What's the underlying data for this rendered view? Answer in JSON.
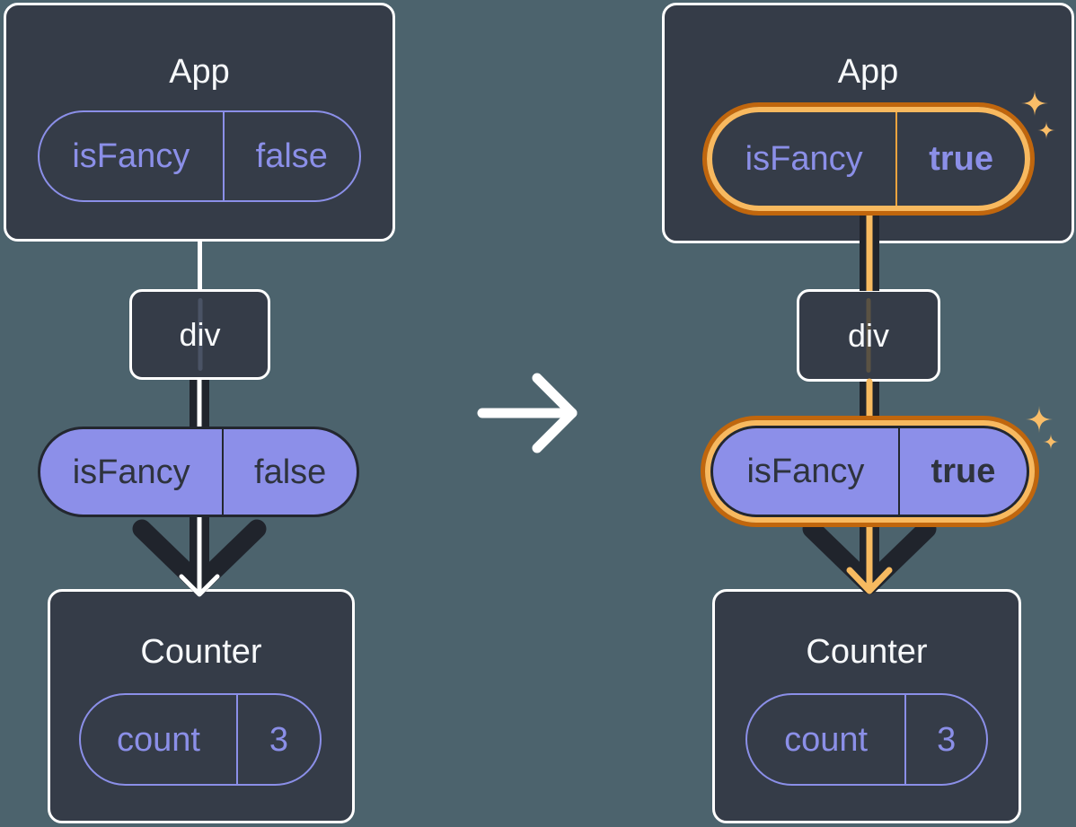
{
  "before": {
    "app_title": "App",
    "app_prop_name": "isFancy",
    "app_prop_value": "false",
    "div_label": "div",
    "pill_prop_name": "isFancy",
    "pill_prop_value": "false",
    "counter_title": "Counter",
    "counter_state_name": "count",
    "counter_state_value": "3"
  },
  "after": {
    "app_title": "App",
    "app_prop_name": "isFancy",
    "app_prop_value": "true",
    "div_label": "div",
    "pill_prop_name": "isFancy",
    "pill_prop_value": "true",
    "counter_title": "Counter",
    "counter_state_name": "count",
    "counter_state_value": "3"
  },
  "icons": {
    "transform_arrow": "arrow-right",
    "sparkle": "four-point-star"
  },
  "colors": {
    "background": "#4C636D",
    "card_fill": "#353C48",
    "card_border": "#FFFFFF",
    "purple": "#8B8FE8",
    "purple_fill": "#8C8FE9",
    "dark_ink": "#20242C",
    "orange_dark": "#C0660D",
    "orange_light": "#F8B95F",
    "sparkle": "#F9BD68"
  }
}
